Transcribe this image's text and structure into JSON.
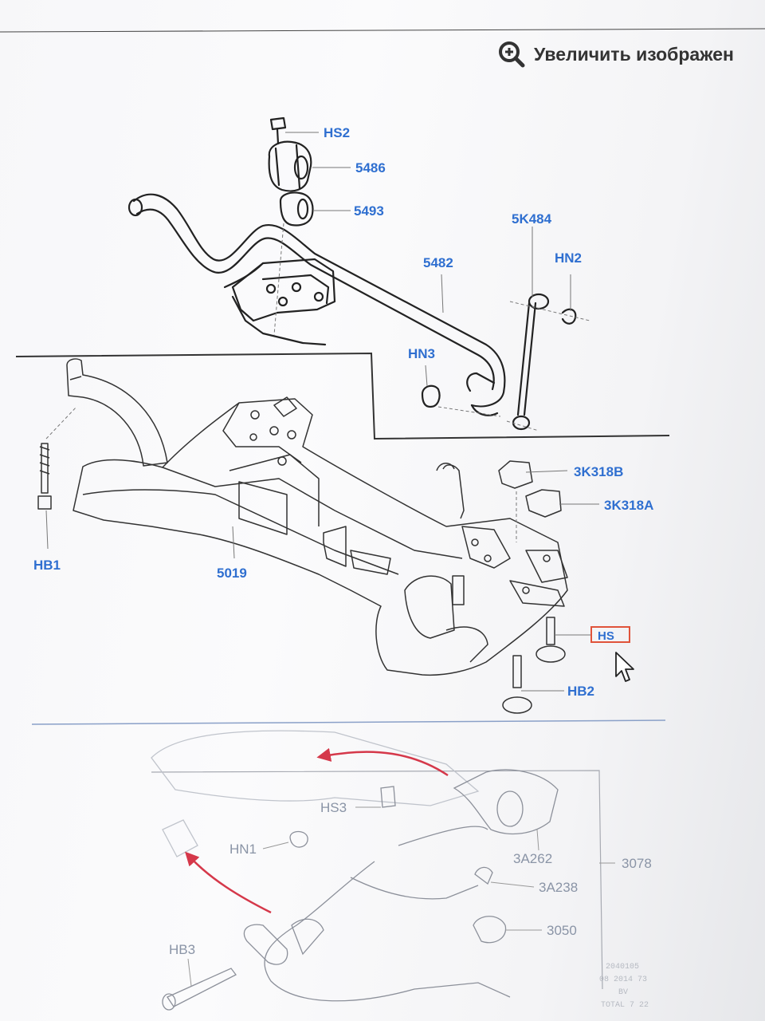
{
  "toolbar": {
    "zoom_label": "Увеличить изображен",
    "zoom_icon": "zoom-in-icon"
  },
  "colors": {
    "callout_blue": "#2f6fd0",
    "callout_gray": "#8a94a6",
    "arrow_red": "#d5384a",
    "highlight": "#e0533a"
  },
  "callouts": {
    "hs2": "HS2",
    "p5486": "5486",
    "p5493": "5493",
    "p5k484": "5K484",
    "hn2": "HN2",
    "p5482": "5482",
    "hn3": "HN3",
    "hb1": "HB1",
    "p5019": "5019",
    "p3k318b": "3K318B",
    "p3k318a": "3K318A",
    "hs": "HS",
    "hb2": "HB2",
    "hs3": "HS3",
    "hn1": "HN1",
    "p3a262": "3A262",
    "p3078": "3078",
    "p3a238": "3A238",
    "p3050": "3050",
    "hb3": "HB3"
  },
  "stamp": {
    "line1": "2040105",
    "line2": "08 2014 73",
    "line3": "BV",
    "line4": "TOTAL 7 22"
  }
}
